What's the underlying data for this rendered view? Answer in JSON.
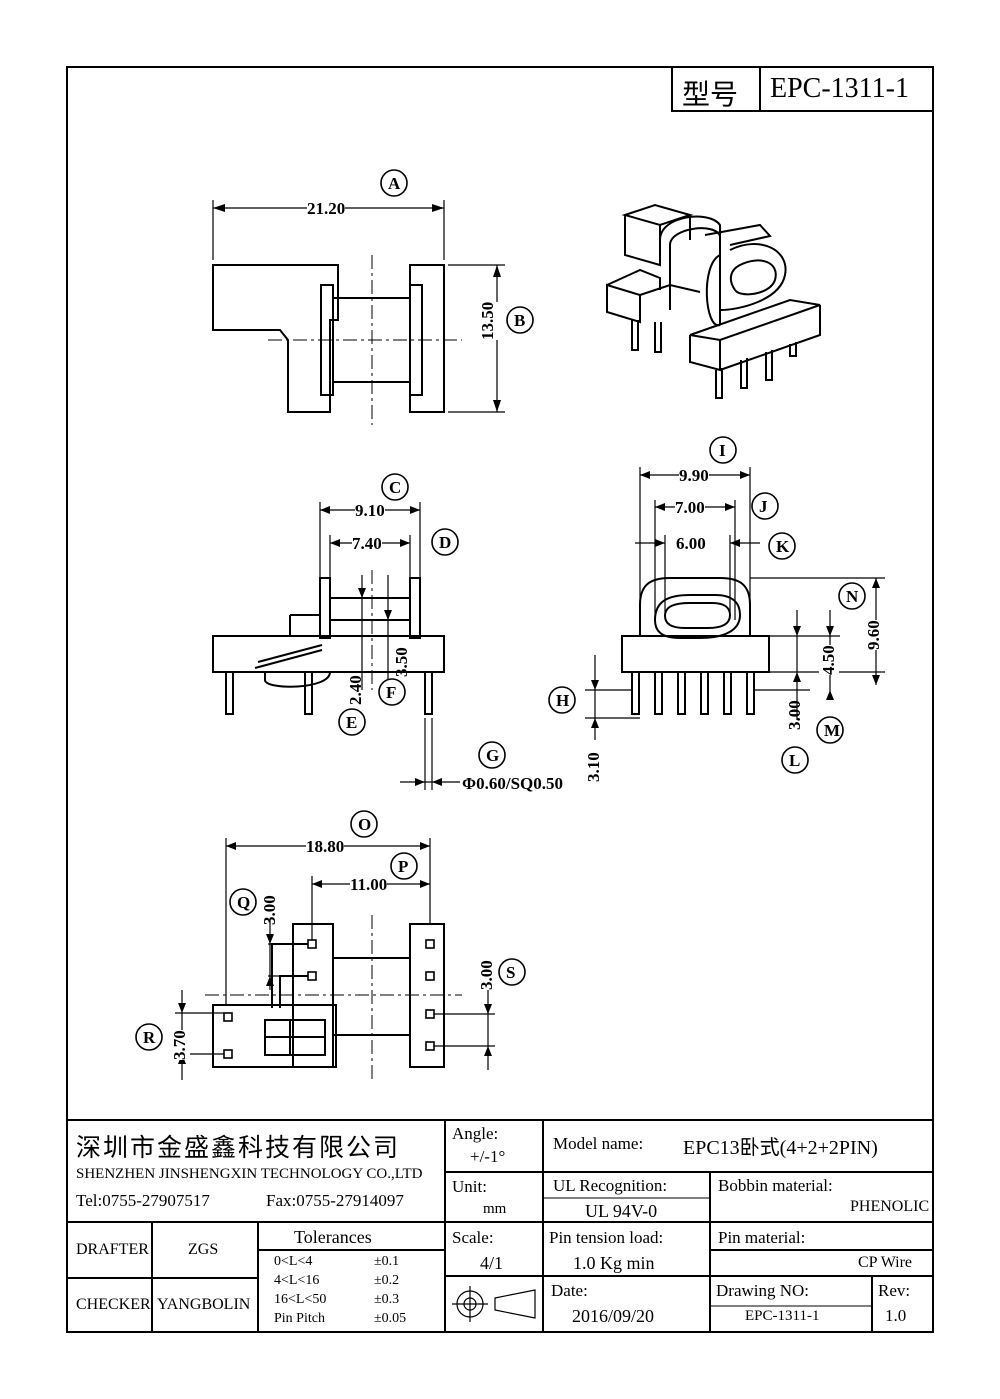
{
  "title_block_top": {
    "model_label": "型号",
    "model_value": "EPC-1311-1"
  },
  "callouts": [
    "A",
    "B",
    "C",
    "D",
    "E",
    "F",
    "G",
    "H",
    "I",
    "J",
    "K",
    "L",
    "M",
    "N",
    "O",
    "P",
    "Q",
    "R",
    "S"
  ],
  "dimensions": {
    "A": "21.20",
    "B": "13.50",
    "C": "9.10",
    "D": "7.40",
    "E": "2.40",
    "F": "3.50",
    "G": "Φ0.60/SQ0.50",
    "H": "3.10",
    "I": "9.90",
    "J": "7.00",
    "K": "6.00",
    "L": "3.00",
    "M": "4.50",
    "N": "9.60",
    "O": "18.80",
    "P": "11.00",
    "Q": "3.00",
    "R": "3.70",
    "S": "3.00"
  },
  "company": {
    "name_cn": "深圳市金盛鑫科技有限公司",
    "name_en": "SHENZHEN JINSHENGXIN TECHNOLOGY CO.,LTD",
    "tel": "Tel:0755-27907517",
    "fax": "Fax:0755-27914097"
  },
  "drafter": {
    "label": "DRAFTER",
    "value": "ZGS"
  },
  "checker": {
    "label": "CHECKER",
    "value": "YANGBOLIN"
  },
  "tolerances": {
    "title": "Tolerances",
    "rows": [
      {
        "range": "0<L<4",
        "tol": "±0.1"
      },
      {
        "range": "4<L<16",
        "tol": "±0.2"
      },
      {
        "range": "16<L<50",
        "tol": "±0.3"
      },
      {
        "range": "Pin Pitch",
        "tol": "±0.05"
      }
    ]
  },
  "angle": {
    "label": "Angle:",
    "value": "+/-1°"
  },
  "unit": {
    "label": "Unit:",
    "value": "mm"
  },
  "scale": {
    "label": "Scale:",
    "value": "4/1"
  },
  "model_name": {
    "label": "Model name:",
    "value": "EPC13卧式(4+2+2PIN)"
  },
  "ul": {
    "label": "UL Recognition:",
    "value": "UL 94V-0"
  },
  "bobbin": {
    "label": "Bobbin material:",
    "value": "PHENOLIC"
  },
  "pin_tension": {
    "label": "Pin tension load:",
    "value": "1.0 Kg min"
  },
  "pin_material": {
    "label": "Pin material:",
    "value": "CP Wire"
  },
  "date": {
    "label": "Date:",
    "value": "2016/09/20"
  },
  "drawing_no": {
    "label": "Drawing NO:",
    "value": "EPC-1311-1"
  },
  "rev": {
    "label": "Rev:",
    "value": "1.0"
  }
}
